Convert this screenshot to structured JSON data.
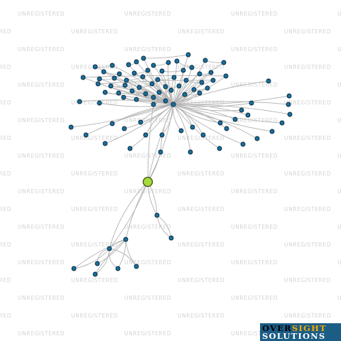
{
  "watermark": {
    "text": "UNREGISTERED"
  },
  "logo": {
    "line1_part1": "OVER",
    "line1_part2": "SIGHT",
    "line2": "SOLUTIONS"
  },
  "graph": {
    "colors": {
      "node": "#1a6e9e",
      "hub": "#a6d93a",
      "edge": "#b3b3b3",
      "logo_bg": "#1c5d86",
      "logo_accent": "#f2a900"
    }
  }
}
